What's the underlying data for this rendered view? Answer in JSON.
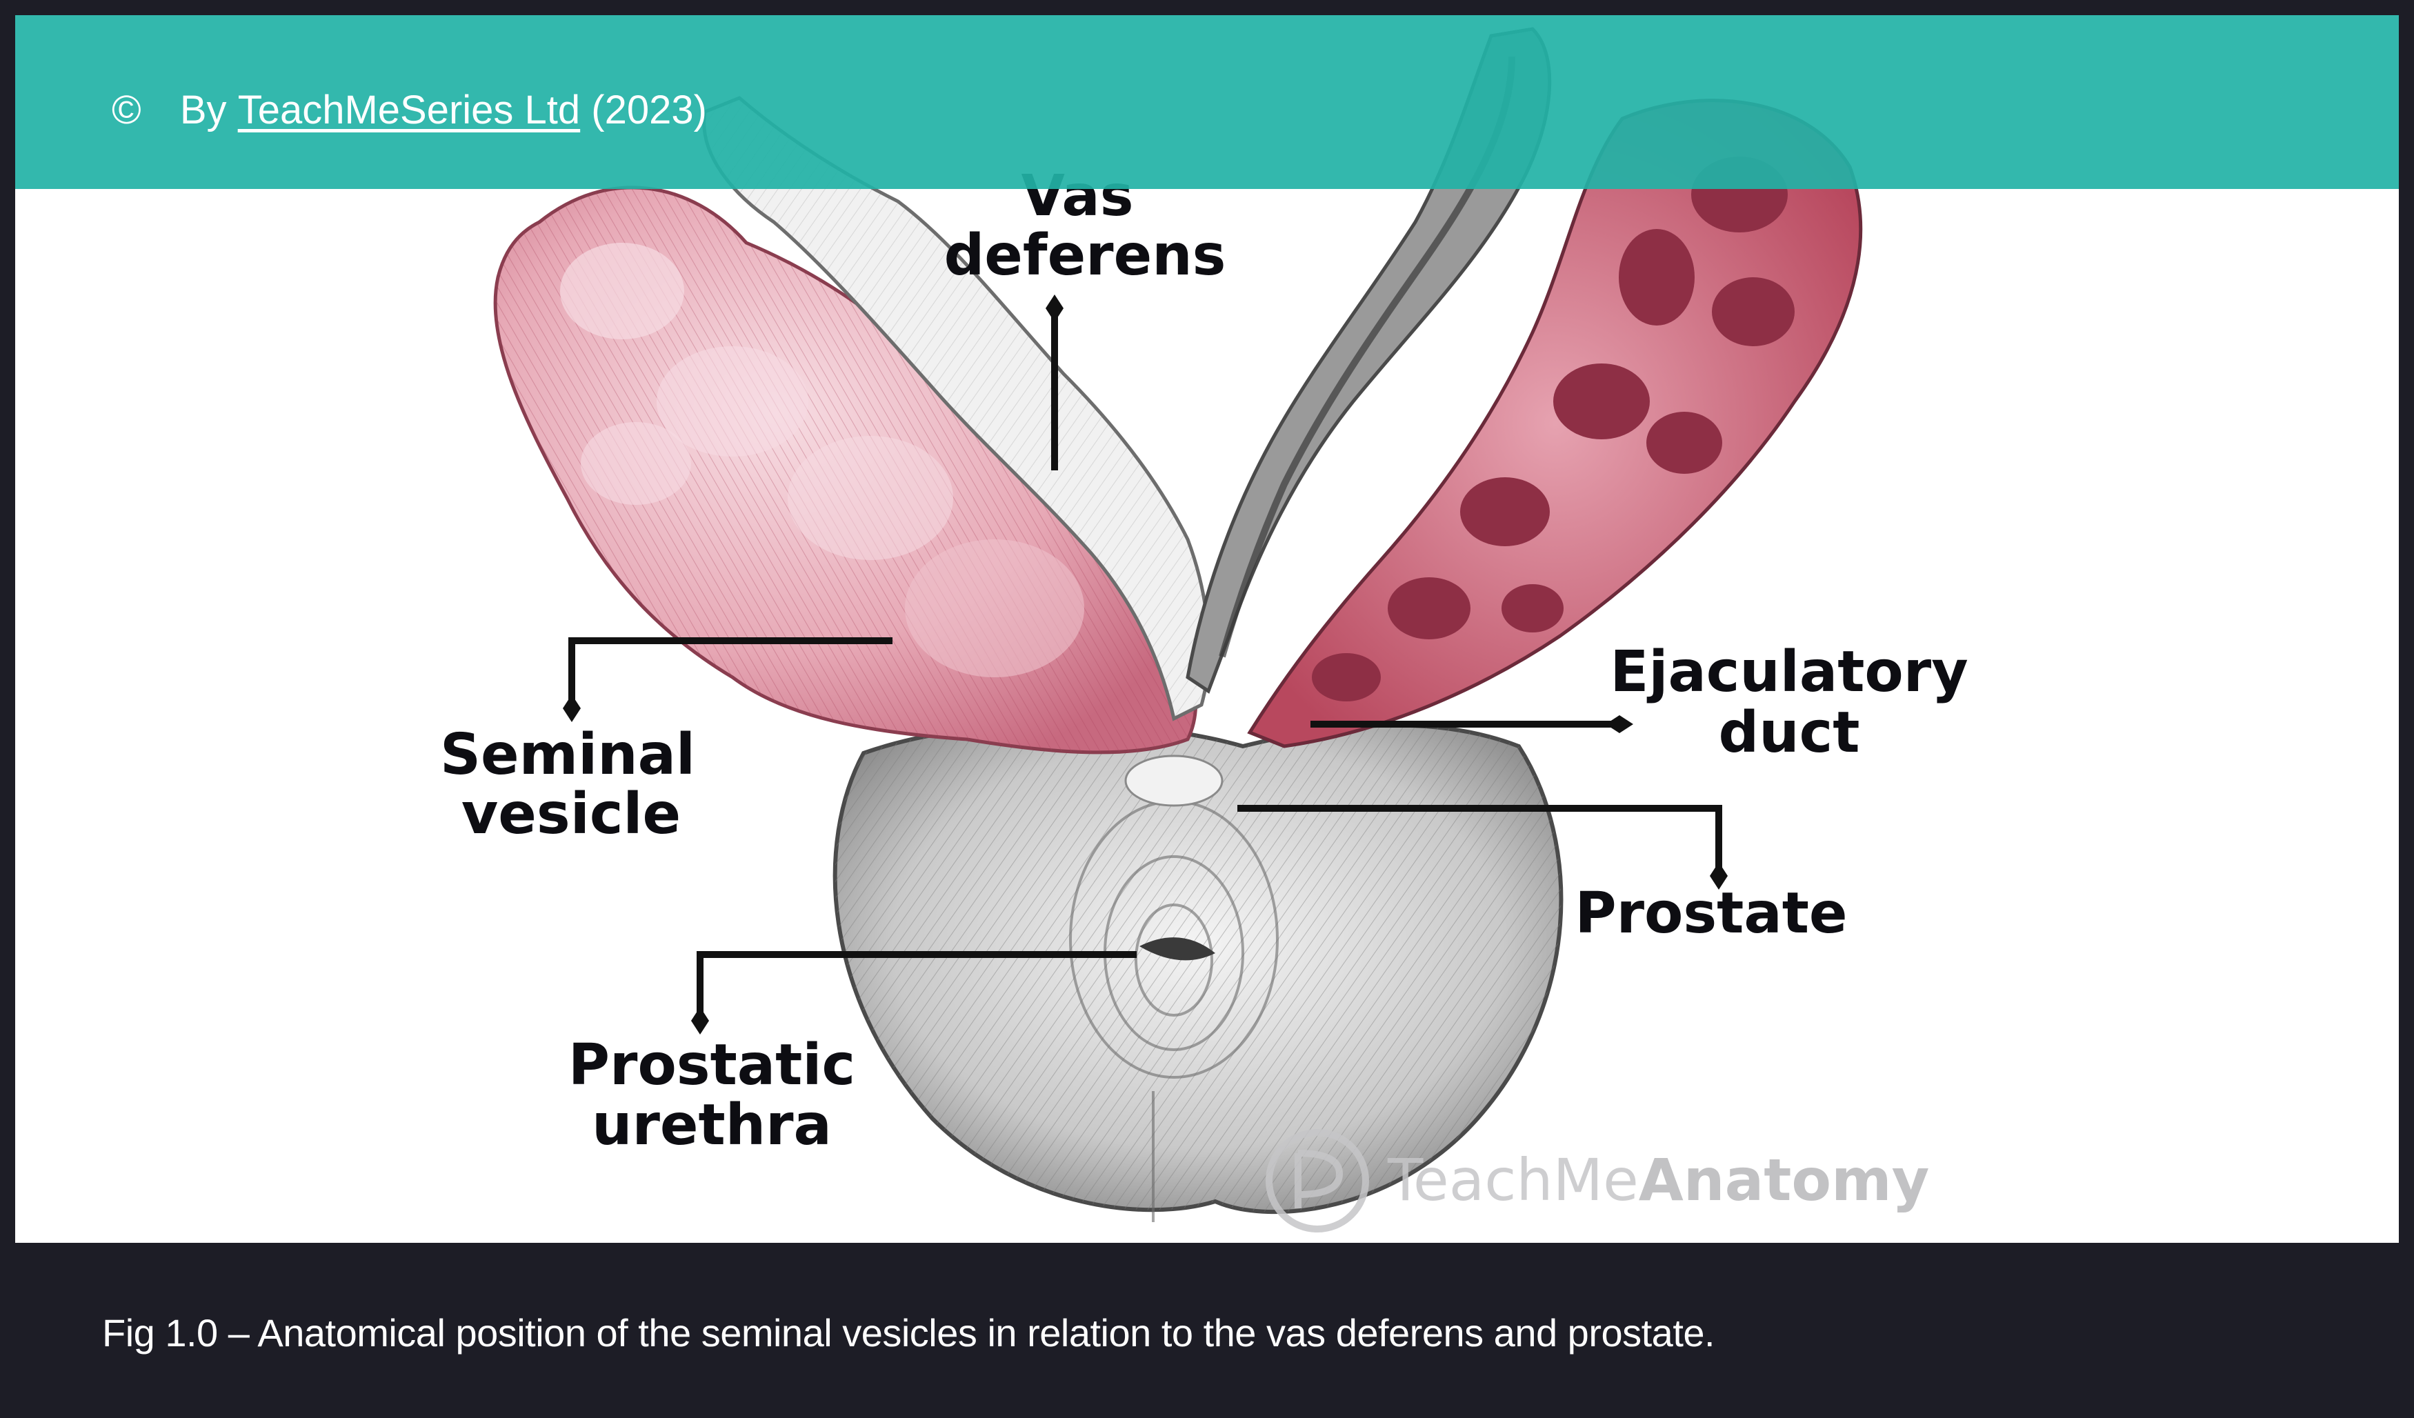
{
  "credit": {
    "symbol": "©",
    "prefix": "By",
    "author": "TeachMeSeries Ltd",
    "year": "(2023)"
  },
  "labels": {
    "vas_deferens_line1": "Vas",
    "vas_deferens_line2": "deferens",
    "ejaculatory_duct_line1": "Ejaculatory",
    "ejaculatory_duct_line2": "duct",
    "seminal_vesicle_line1": "Seminal",
    "seminal_vesicle_line2": "vesicle",
    "prostate": "Prostate",
    "prostatic_urethra_line1": "Prostatic",
    "prostatic_urethra_line2": "urethra"
  },
  "watermark": {
    "brand_light": "TeachMe",
    "brand_bold": "Anatomy"
  },
  "caption": "Fig 1.0 – Anatomical position of the seminal vesicles in relation to the vas deferens and prostate.",
  "colors": {
    "banner": "#22b2a6",
    "frame": "#1d1d26",
    "vesicle_pink": "#e8a9b6",
    "vesicle_dark": "#b8485e",
    "prostate_gray": "#d8d8d8"
  }
}
